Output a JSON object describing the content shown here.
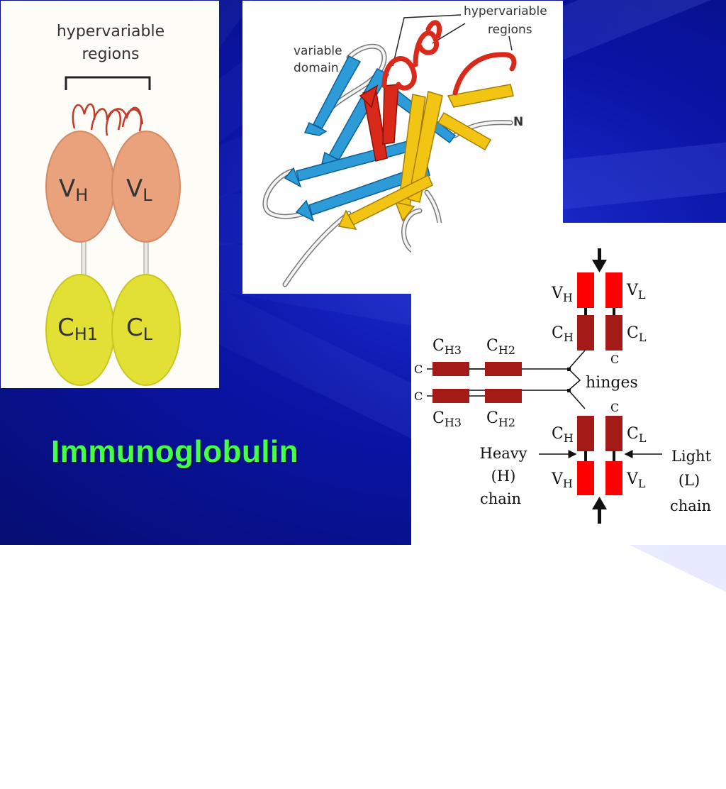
{
  "slide": {
    "title": "Immunoglobulin",
    "colors": {
      "background": "#0a14a6",
      "title": "#44ff44"
    }
  },
  "panel_a": {
    "header_line1": "hypervariable",
    "header_line2": "regions",
    "domains": [
      {
        "main": "V",
        "sub": "H"
      },
      {
        "main": "V",
        "sub": "L"
      },
      {
        "main": "C",
        "sub": "H1"
      },
      {
        "main": "C",
        "sub": "L"
      }
    ],
    "colors": {
      "variable": "#e9a27c",
      "constant": "#e3e035",
      "loop": "#c23a2a"
    }
  },
  "panel_b": {
    "label_hv_line1": "hypervariable",
    "label_hv_line2": "regions",
    "label_vd_line1": "variable",
    "label_vd_line2": "domain",
    "label_n": "N",
    "colors": {
      "strand_blue": "#2c9bd8",
      "strand_yellow": "#f2c414",
      "strand_red": "#d8291b"
    }
  },
  "panel_c": {
    "top": {
      "vh": {
        "main": "V",
        "sub": "H"
      },
      "vl": {
        "main": "V",
        "sub": "L"
      },
      "ch": {
        "main": "C",
        "sub": "H"
      },
      "cl": {
        "main": "C",
        "sub": "L"
      },
      "c_term": "C"
    },
    "arm": {
      "ch3": {
        "main": "C",
        "sub": "H3"
      },
      "ch2": {
        "main": "C",
        "sub": "H2"
      },
      "c_term": "C"
    },
    "hinges": "hinges",
    "bottom": {
      "ch": {
        "main": "C",
        "sub": "H"
      },
      "cl": {
        "main": "C",
        "sub": "L"
      },
      "vh": {
        "main": "V",
        "sub": "H"
      },
      "vl": {
        "main": "V",
        "sub": "L"
      },
      "c_term": "C"
    },
    "heavy_line1": "Heavy",
    "heavy_line2": "(H)",
    "heavy_line3": "chain",
    "light_line1": "Light",
    "light_line2": "(L)",
    "light_line3": "chain",
    "colors": {
      "variable_block": "#ff0000",
      "constant_block": "#a31a17"
    }
  }
}
